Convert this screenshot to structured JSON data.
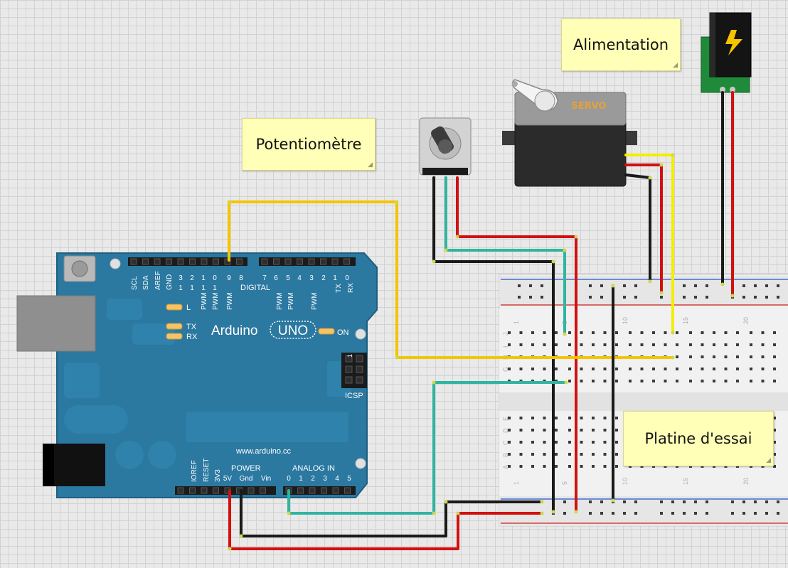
{
  "notes": {
    "power": "Alimentation",
    "potentiometer": "Potentiomètre",
    "breadboard": "Platine d'essai"
  },
  "servo": {
    "label": "SERVO"
  },
  "arduino": {
    "brand": "Arduino",
    "model": "UNO",
    "on_label": "ON",
    "website": "www.arduino.cc",
    "icsp_label": "ICSP",
    "icsp_pin1": "1",
    "led_l": "L",
    "led_tx": "TX",
    "led_rx": "RX",
    "digital_label": "DIGITAL",
    "power_label": "POWER",
    "analog_label": "ANALOG IN",
    "top_pins": [
      "SCL",
      "SDA",
      "AREF",
      "GND"
    ],
    "digital_high_top": [
      "3",
      "2",
      "1",
      "0"
    ],
    "digital_high_bottom": [
      "1",
      "1",
      "1",
      "1"
    ],
    "digital_high_single": [
      "9",
      "8"
    ],
    "digital_low": [
      "7",
      "6",
      "5",
      "4",
      "3",
      "2",
      "1",
      "0"
    ],
    "pwm": "PWM",
    "tx_rx_pins": [
      "TX",
      "RX"
    ],
    "power_pins": [
      "IOREF",
      "RESET",
      "3V3",
      "5V",
      "Gnd",
      "Vin"
    ],
    "analog_pins": [
      "0",
      "1",
      "2",
      "3",
      "4",
      "5"
    ]
  },
  "breadboard": {
    "top_rows": [
      "J",
      "I",
      "H",
      "G"
    ],
    "bottom_rows": [
      "E",
      "D",
      "C",
      "B",
      "A"
    ],
    "column_numbers": [
      "1",
      "5",
      "10",
      "15",
      "20"
    ]
  },
  "colors": {
    "board": "#2b78a0",
    "wire_red": "#d21010",
    "wire_black": "#1a1a1a",
    "wire_yellow": "#f5c400",
    "wire_teal": "#2fb5a0",
    "wire_servo_yellow": "#f2ee00",
    "note_bg": "#ffffb8"
  }
}
